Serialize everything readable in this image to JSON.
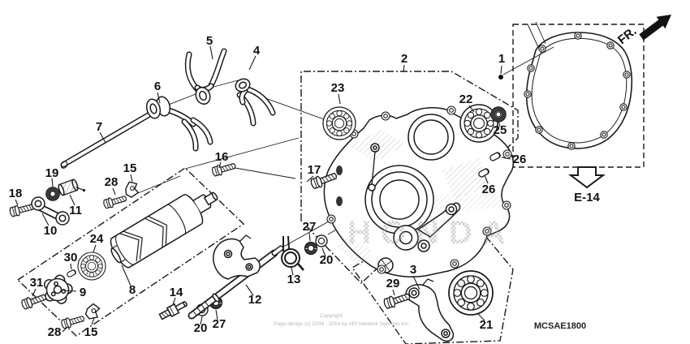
{
  "diagram": {
    "code": "MCSAE1800",
    "front_direction_label": "FR.",
    "linked_reference": "E-14",
    "watermark_line1": "Copyright",
    "watermark_line2": "Page design (c) 2004 - 2014 by ARI Network Services Inc.",
    "brand_watermark": "HONDA"
  },
  "callouts": [
    {
      "ref": "1"
    },
    {
      "ref": "2"
    },
    {
      "ref": "3"
    },
    {
      "ref": "4"
    },
    {
      "ref": "5"
    },
    {
      "ref": "6"
    },
    {
      "ref": "7"
    },
    {
      "ref": "8"
    },
    {
      "ref": "9"
    },
    {
      "ref": "10"
    },
    {
      "ref": "11"
    },
    {
      "ref": "12"
    },
    {
      "ref": "13"
    },
    {
      "ref": "14"
    },
    {
      "ref": "15"
    },
    {
      "ref": "15"
    },
    {
      "ref": "16"
    },
    {
      "ref": "17"
    },
    {
      "ref": "18"
    },
    {
      "ref": "19"
    },
    {
      "ref": "20"
    },
    {
      "ref": "20"
    },
    {
      "ref": "21"
    },
    {
      "ref": "22"
    },
    {
      "ref": "23"
    },
    {
      "ref": "24"
    },
    {
      "ref": "25"
    },
    {
      "ref": "26"
    },
    {
      "ref": "26"
    },
    {
      "ref": "27"
    },
    {
      "ref": "27"
    },
    {
      "ref": "28"
    },
    {
      "ref": "28"
    },
    {
      "ref": "29"
    },
    {
      "ref": "30"
    },
    {
      "ref": "31"
    }
  ]
}
